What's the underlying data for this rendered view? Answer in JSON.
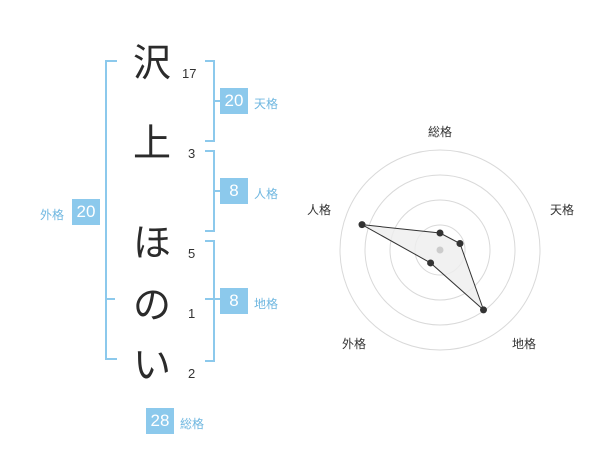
{
  "name": {
    "characters": [
      {
        "char": "沢",
        "strokes": "17"
      },
      {
        "char": "上",
        "strokes": "3"
      },
      {
        "char": "ほ",
        "strokes": "5"
      },
      {
        "char": "の",
        "strokes": "1"
      },
      {
        "char": "い",
        "strokes": "2"
      }
    ]
  },
  "kakusu": {
    "tenkaku": {
      "value": "20",
      "label": "天格"
    },
    "jinkaku": {
      "value": "8",
      "label": "人格"
    },
    "chikaku": {
      "value": "8",
      "label": "地格"
    },
    "gaikaku": {
      "value": "20",
      "label": "外格"
    },
    "soukaku": {
      "value": "28",
      "label": "総格"
    }
  },
  "radar": {
    "axes": [
      "総格",
      "天格",
      "地格",
      "外格",
      "人格"
    ],
    "values": [
      0.17,
      0.21,
      0.74,
      0.16,
      0.82
    ],
    "rings": 4,
    "ring_color": "#d9d9d9",
    "fill_color": "#eeeeee",
    "line_color": "#333333"
  },
  "accent_color": "#8cc9ec"
}
